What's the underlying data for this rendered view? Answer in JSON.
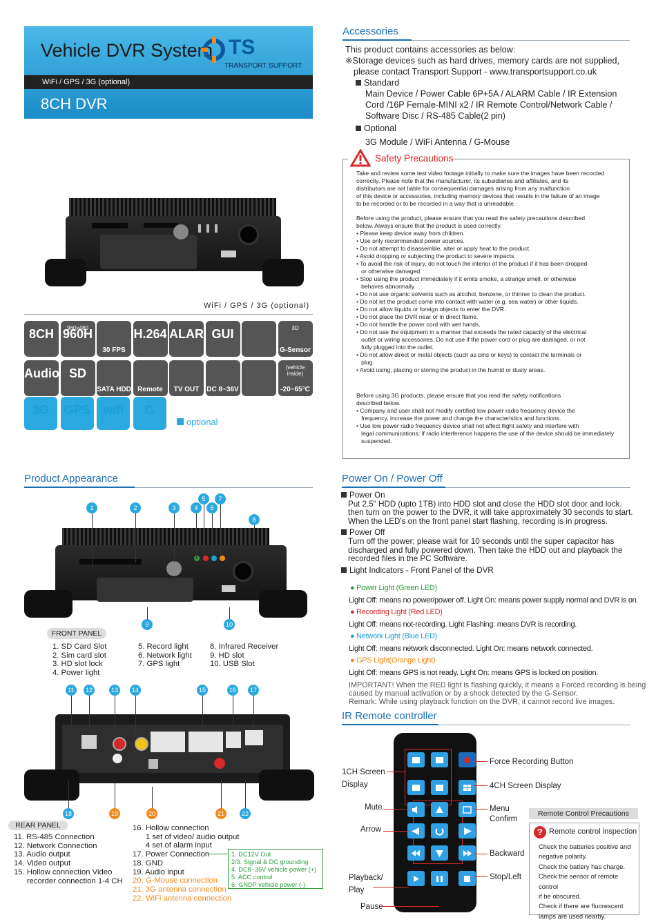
{
  "header": {
    "title": "Vehicle DVR System",
    "brand": "TS",
    "brand_sub": "TRANSPORT SUPPORT",
    "strip": "WiFi / GPS / 3G (optional)",
    "model": "8CH DVR"
  },
  "device_caption": "WiFi / GPS / 3G (optional)",
  "features": {
    "row1": [
      {
        "icon": "channels-icon",
        "label": "8CH"
      },
      {
        "icon": "resolution-icon",
        "label": "960H",
        "sub": "960x480"
      },
      {
        "icon": "film-icon",
        "label": "30 FPS"
      },
      {
        "icon": "h264-icon",
        "label": "H.264"
      },
      {
        "icon": "alarm-icon",
        "label": "ALARM"
      },
      {
        "icon": "gui-icon",
        "label": "GUI"
      },
      {
        "icon": "dog-icon",
        "label": ""
      },
      {
        "icon": "g-sensor-icon",
        "label": "G-Sensor",
        "sub": "3D"
      }
    ],
    "row2": [
      {
        "icon": "audio-icon",
        "label": "Audio"
      },
      {
        "icon": "sd-card-icon",
        "label": "SD"
      },
      {
        "icon": "sata-hdd-icon",
        "label": "SATA HDD"
      },
      {
        "icon": "remote-icon",
        "label": "Remote"
      },
      {
        "icon": "tv-out-icon",
        "label": "TV OUT"
      },
      {
        "icon": "power-icon",
        "label": "DC 8~36V"
      },
      {
        "icon": "battery-icon",
        "label": ""
      },
      {
        "icon": "temperature-icon",
        "label": "-20~65°C",
        "sub": "(vehicle inside)"
      }
    ],
    "row3": [
      {
        "icon": "3g-icon",
        "label": "3G"
      },
      {
        "icon": "gps-icon",
        "label": "GPS"
      },
      {
        "icon": "wifi-icon",
        "label": "wifi"
      },
      {
        "icon": "g-mouse-icon",
        "label": "G"
      }
    ],
    "optional_label": "optional"
  },
  "accessories": {
    "title": "Accessories",
    "intro": "This product contains accessories as below:",
    "note_line1": "※Storage devices such as hard drives, memory cards are not supplied,",
    "note_line2": "please contact Transport Support - www.transportsupport.co.uk",
    "standard_label": "Standard",
    "standard_lines": [
      "Main Device / Power Cable 6P+5A / ALARM Cable / IR Extension",
      "Cord /16P Female-MINI x2 / IR Remote Control/Network Cable /",
      "Software Disc / RS-485 Cable(2 pin)"
    ],
    "optional_label": "Optional",
    "optional_text": "3G Module / WiFi Antenna / G-Mouse"
  },
  "safety": {
    "title": "Safety Precautions",
    "p1": [
      "Take and review some test video footage initially to make sure the images have been recorded",
      "correctly. Please note that the manufacturer, its subsidiaries and affiliates, and its",
      "distributors are not liable for consequential damages arising from any malfunction",
      "of this device or accessories, including memory devices that results in the failure of an image",
      "to be recorded or to be recorded in a way that is unreadable."
    ],
    "p2": [
      "Before using the product, please ensure that you read the safety precautions described",
      "below. Always ensure that the product is used correctly."
    ],
    "bullets": [
      "• Please keep device away from children.",
      "• Use only recommended power sources.",
      "• Do not attempt to disassemble, alter or apply heat to the product.",
      "• Avoid dropping or subjecting the product to severe impacts.",
      "• To avoid the risk of injury, do not touch the interior of the product if it has been dropped",
      "   or otherwise damaged.",
      "• Stop using the product immediately if it emits smoke, a strange smell, or otherwise",
      "   behaves abnormally.",
      "• Do not use organic solvents such as alcohol, benzene, or thinner to clean the product.",
      "• Do not let the product come into contact with water (e.g. sea water) or other liquids.",
      "• Do not allow liquids or foreign objects to enter the DVR.",
      "• Do not place the DVR near or in direct flame.",
      "• Do not handle the power cord with wet hands.",
      "• Do not use the equipment in a manner that exceeds the rated capacity of the electrical",
      "   outlet or wiring accessories. Do not use if the power cord or plug are damaged, or not",
      "   fully plugged into the outlet.",
      "• Do not allow direct or metal objects (such as pins or keys) to contact the terminals or",
      "   plug.",
      "• Avoid using, placing or storing the product in the humid or dusty areas."
    ],
    "p3": [
      "Before using 3G products, please ensure that you read the safety notifications",
      "described below."
    ],
    "bullets3": [
      "• Company and user shall not modify certified low power radio frequency device the",
      "   frequency, increase the power and change the characteristics and functions.",
      "• Use low power radio frequency device shall not affect flight safety and interfere with",
      "   legal communications; if radio interference happens the use of the device should be immediately",
      "   suspended."
    ]
  },
  "appearance": {
    "title": "Product Appearance",
    "front_panel_label": "FRONT PANEL",
    "front_items_col1": [
      "1. SD Card Slot",
      "2. Sim card slot",
      "3. HD slot lock",
      "4. Power light"
    ],
    "front_items_col2": [
      "5. Record light",
      "6. Network light",
      "7. GPS light"
    ],
    "front_items_col3": [
      "8. Infrared Receiver",
      "9. HD slot",
      "10. USB Slot"
    ],
    "front_callouts": [
      "1",
      "2",
      "3",
      "4",
      "5",
      "6",
      "7",
      "8",
      "9",
      "10"
    ],
    "rear_callouts": [
      "11",
      "12",
      "13",
      "14",
      "15",
      "16",
      "17",
      "18",
      "19",
      "20",
      "21",
      "22"
    ],
    "rear_panel_label": "REAR PANEL",
    "rear_items_col1": [
      "11. RS-485 Connection",
      "12. Network Connection",
      "13. Audio output",
      "14. Video output",
      "15. Hollow connection Video",
      "      recorder connection 1-4 CH"
    ],
    "rear_items_col2": [
      "16. Hollow connection",
      "      1 set of video/ audio output",
      "      4 set of alarm input",
      "17. Power Connection",
      "18. GND",
      "19. Audio input"
    ],
    "rear_items_col2_orange": [
      "20. G-Mouse connection",
      "21. 3G antenna connection",
      "22. WiFi antenna connection"
    ],
    "power_box": [
      "1. DC12V Out",
      "2/3. Signal & DC grounding",
      "4. DC8~36V vehicle power (+)",
      "5. ACC control",
      "6. GNDP vehicle power (-)"
    ]
  },
  "power": {
    "title": "Power On / Power Off",
    "on_label": "Power On",
    "on_lines": [
      "Put 2.5\" HDD (upto 1TB) into HDD slot and close the  HDD slot door and lock.",
      "then turn on the power to the DVR, it will take approximately 30 seconds to start.",
      "When the LED's on the front panel start flashing, recording is in progress."
    ],
    "off_label": "Power Off",
    "off_lines": [
      "Turn off the power; please wait for 10 seconds until the super capacitor has",
      "discharged and fully powered down. Then take the HDD out and playback the",
      "recorded files in the PC Software."
    ],
    "lights_label": "Light Indicators - Front Panel of the DVR",
    "power_light": "● Power Light (Green LED)",
    "power_light_desc": "Light Off: means no power/power off.  Light On: means power supply normal and DVR is on.",
    "record_light": "● Recording Light (Red LED)",
    "record_light_desc": "Light Off: means not-recording. Light Flashing: means DVR is recording.",
    "network_light": "● Network Light (Blue LED)",
    "network_light_desc": "Light Off: means network disconnected.  Light On: means network connected.",
    "gps_light": "● GPS Light(Orange Light)",
    "gps_light_desc": "Light Off: means GPS is not ready. Light On: means GPS is locked on position.",
    "important_lines": [
      "IMPORTANT!  When the RED light is flashing quickly, it means a Forced recording is being",
      "caused by manual activation or by a shock detected by the G-Sensor.",
      "Remark: While using playback function on the DVR, it cannot record live images."
    ]
  },
  "remote": {
    "title": "IR Remote controller",
    "labels": {
      "ch1_line1": "1CH Screen",
      "ch1_line2": "Display",
      "mute": "Mute",
      "arrow": "Arrow",
      "playback_line1": "Playback/",
      "playback_line2": "Play",
      "pause": "Pause",
      "force": "Force Recording Button",
      "ch4": "4CH Screen Display",
      "menu": "Menu",
      "confirm": "Confirm",
      "backward": "Backward",
      "stop": "Stop/Left"
    },
    "precautions_title": "Remote Control Precautions",
    "inspection_title": "Remote control inspection",
    "inspection_items": [
      "Check the batteries positive and",
      "negative polarity.",
      "Check the battery has charge.",
      "Check the sensor of remote control",
      "if be obscured.",
      "Check if there are fluorescent",
      "lamps are used nearby."
    ]
  },
  "colors": {
    "accent": "#1b6fb3",
    "banner": "#2aa8e0",
    "warning": "#d52a2a",
    "power_box": "#2a9d3c",
    "orange": "#f08a1c"
  }
}
